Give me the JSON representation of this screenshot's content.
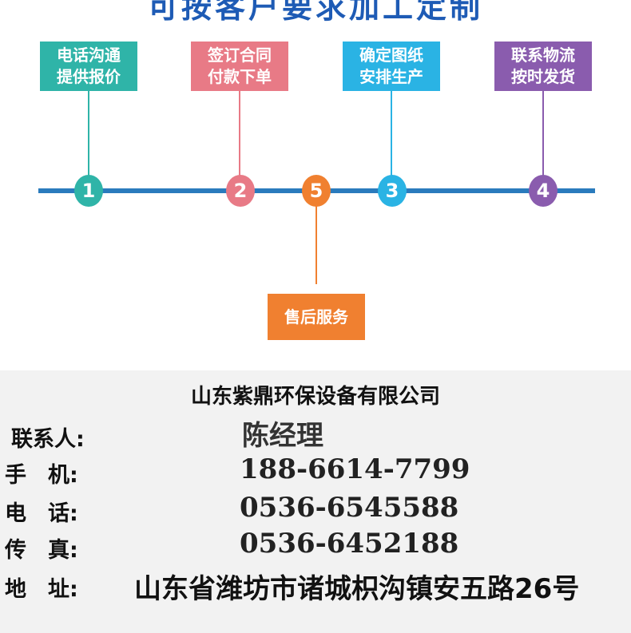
{
  "headline": "可按客户要求加工定制",
  "steps": [
    {
      "line1": "电话沟通",
      "line2": "提供报价",
      "number": "1",
      "color": "#2fb4a8"
    },
    {
      "line1": "签订合同",
      "line2": "付款下单",
      "number": "2",
      "color": "#e87a86"
    },
    {
      "line1": "确定图纸",
      "line2": "安排生产",
      "number": "3",
      "color": "#2ab3e4"
    },
    {
      "line1": "联系物流",
      "line2": "按时发货",
      "number": "4",
      "color": "#8a5cae"
    }
  ],
  "service": {
    "number": "5",
    "label": "售后服务",
    "color": "#f08030"
  },
  "timeline_color": "#2a7bbd",
  "contact": {
    "company": "山东紫鼎环保设备有限公司",
    "person_label": "联系人:",
    "person": "陈经理",
    "mobile_label": "手　机:",
    "mobile": "188-6614-7799",
    "phone_label": "电　话:",
    "phone": "0536-6545588",
    "fax_label": "传　真:",
    "fax": "0536-6452188",
    "address_label": "地　址:",
    "address": "山东省潍坊市诸城枳沟镇安五路26号"
  }
}
